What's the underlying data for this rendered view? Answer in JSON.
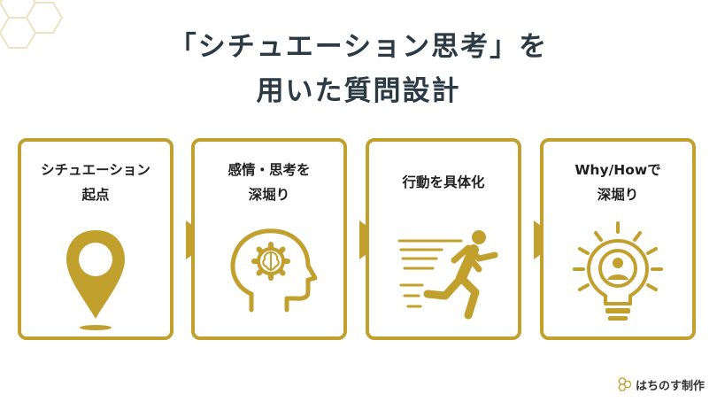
{
  "title": {
    "line1": "「シチュエーション思考」を",
    "line2": "用いた質問設計"
  },
  "steps": [
    {
      "label": "シチュエーション\n起点",
      "icon": "location-pin-icon"
    },
    {
      "label": "感情・思考を\n深堀り",
      "icon": "head-gear-brain-icon"
    },
    {
      "label": "行動を具体化",
      "icon": "running-person-icon"
    },
    {
      "label": "Why/Howで\n深堀り",
      "icon": "lightbulb-person-icon"
    }
  ],
  "brand": {
    "name": "はちのす制作"
  },
  "colors": {
    "accent": "#c2a02e",
    "title": "#2b3a45",
    "decoration": "#ece3c4"
  }
}
